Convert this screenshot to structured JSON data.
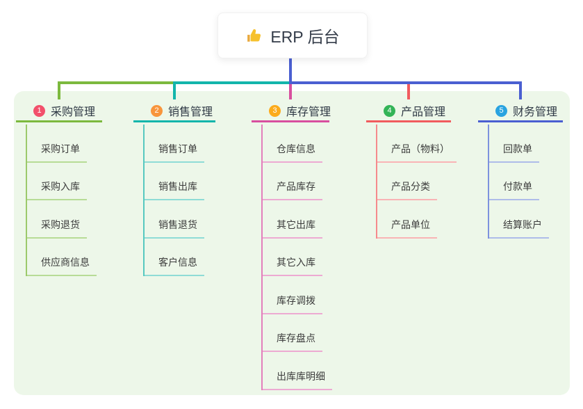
{
  "canvas": {
    "panel_background": "#edf7e9",
    "page_background": "#ffffff"
  },
  "root": {
    "icon": "thumbs-up",
    "label": "ERP 后台",
    "stem_color": "#4a5fd1"
  },
  "branches": [
    {
      "badge": "1",
      "badge_color": "#f2506b",
      "label": "采购管理",
      "color": "#7cb93e",
      "line_mid": "#9cc96b",
      "line_light": "#b7dc96",
      "children": [
        "采购订单",
        "采购入库",
        "采购退货",
        "供应商信息"
      ]
    },
    {
      "badge": "2",
      "badge_color": "#f8953c",
      "label": "销售管理",
      "color": "#13b5ab",
      "line_mid": "#56c9c0",
      "line_light": "#8fdcd6",
      "children": [
        "销售订单",
        "销售出库",
        "销售退货",
        "客户信息"
      ]
    },
    {
      "badge": "3",
      "badge_color": "#fcab1b",
      "label": "库存管理",
      "color": "#d84f9f",
      "line_mid": "#e37fbc",
      "line_light": "#edaad2",
      "children": [
        "仓库信息",
        "产品库存",
        "其它出库",
        "其它入库",
        "库存调拨",
        "库存盘点",
        "出库库明细"
      ]
    },
    {
      "badge": "4",
      "badge_color": "#33b457",
      "label": "产品管理",
      "color": "#f15b5e",
      "line_mid": "#f68a8c",
      "line_light": "#f9b4b5",
      "children": [
        "产品（物料）",
        "产品分类",
        "产品单位"
      ]
    },
    {
      "badge": "5",
      "badge_color": "#29a3e0",
      "label": "财务管理",
      "color": "#4a5fd1",
      "line_mid": "#7d92de",
      "line_light": "#aebce9",
      "children": [
        "回款单",
        "付款单",
        "结算账户"
      ]
    }
  ]
}
